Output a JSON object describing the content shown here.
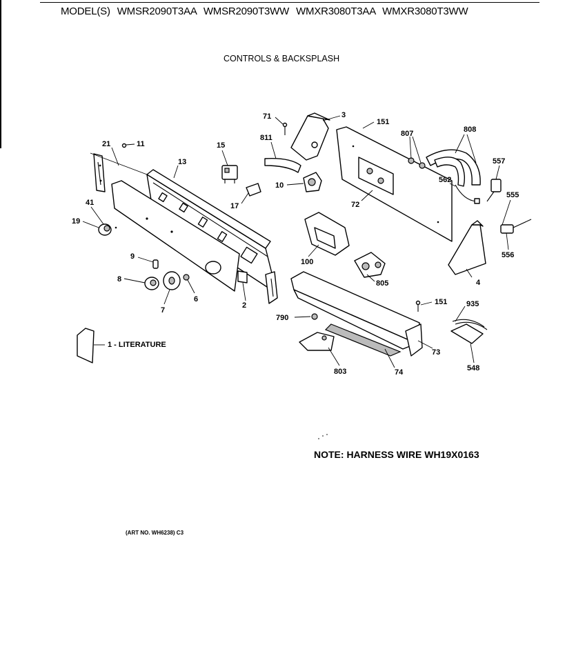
{
  "header": {
    "models": "MODEL(S) WMSR2090T3AA  WMSR2090T3WW  WMXR3080T3AA  WMXR3080T3WW",
    "section_title": "CONTROLS & BACKSPLASH"
  },
  "callouts": {
    "c71": "71",
    "c3": "3",
    "c151a": "151",
    "c807": "807",
    "c808": "808",
    "c811": "811",
    "c21": "21",
    "c11": "11",
    "c15": "15",
    "c13": "13",
    "c557": "557",
    "c10": "10",
    "c562": "562",
    "c72": "72",
    "c17": "17",
    "c555": "555",
    "c41": "41",
    "c19": "19",
    "c556": "556",
    "c100": "100",
    "c9": "9",
    "c805": "805",
    "c4": "4",
    "c8": "8",
    "c6": "6",
    "c7": "7",
    "c2": "2",
    "c151b": "151",
    "c935": "935",
    "c790": "790",
    "c73": "73",
    "c803": "803",
    "c74": "74",
    "c548": "548"
  },
  "literature_label": "1 - LITERATURE",
  "note": "NOTE: HARNESS WIRE WH19X0163",
  "art_number": "(ART NO. WH6238) C3"
}
